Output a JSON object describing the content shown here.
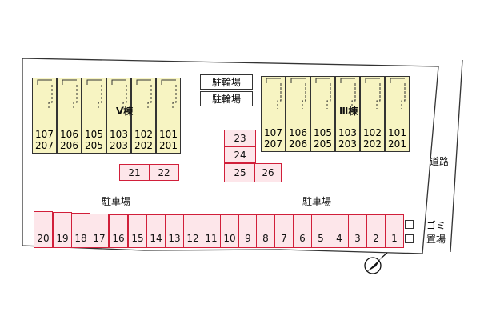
{
  "road_label": "道路",
  "parking_labels": [
    "駐車場",
    "駐車場"
  ],
  "bike_labels": [
    "駐輪場",
    "駐輪場"
  ],
  "gomi_lines": [
    "ゴミ",
    "置場"
  ],
  "wings": {
    "left": {
      "label": "V棟",
      "units": [
        {
          "upper": "107",
          "lower": "207"
        },
        {
          "upper": "106",
          "lower": "206"
        },
        {
          "upper": "105",
          "lower": "205"
        },
        {
          "upper": "103",
          "lower": "203"
        },
        {
          "upper": "102",
          "lower": "202"
        },
        {
          "upper": "101",
          "lower": "201"
        }
      ]
    },
    "right": {
      "label": "Ⅲ棟",
      "units": [
        {
          "upper": "107",
          "lower": "207"
        },
        {
          "upper": "106",
          "lower": "206"
        },
        {
          "upper": "105",
          "lower": "205"
        },
        {
          "upper": "103",
          "lower": "203"
        },
        {
          "upper": "102",
          "lower": "202"
        },
        {
          "upper": "101",
          "lower": "201"
        }
      ]
    }
  },
  "spaces_bottom": [
    "20",
    "19",
    "18",
    "17",
    "16",
    "15",
    "14",
    "13",
    "12",
    "11",
    "10",
    "9",
    "8",
    "7",
    "6",
    "5",
    "4",
    "3",
    "2",
    "1"
  ],
  "spaces_center": [
    "21",
    "22"
  ],
  "spaces_stack": [
    "23",
    "24",
    "25",
    "26"
  ],
  "colors": {
    "space_border": "#d11f3a",
    "space_fill": "#fde6ea",
    "building_fill": "#f7f4c2"
  }
}
